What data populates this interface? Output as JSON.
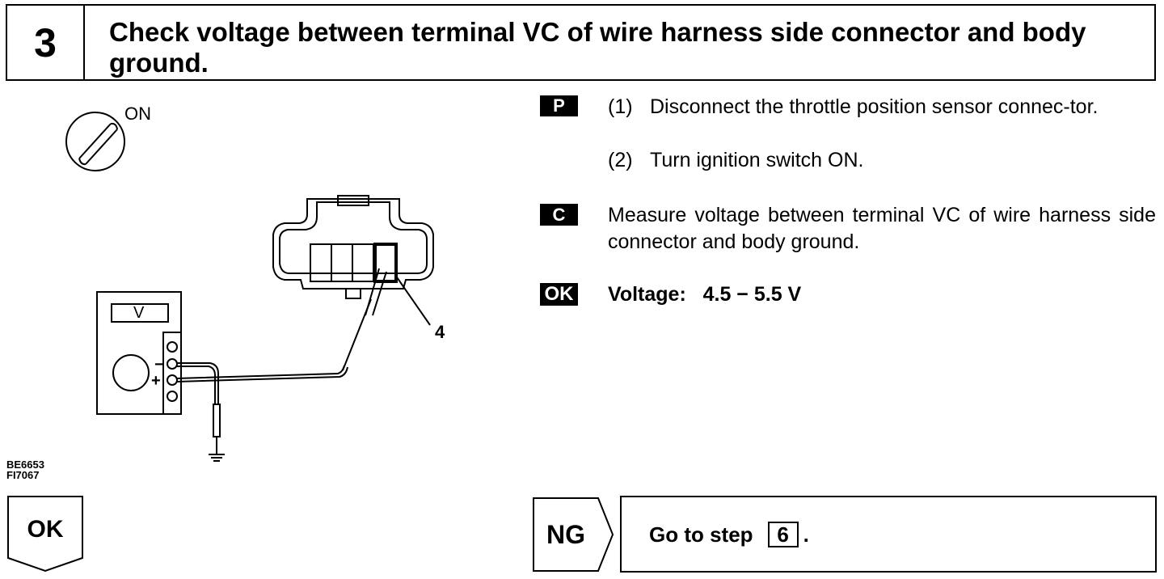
{
  "header": {
    "step_number": "3",
    "title": "Check voltage between terminal VC of wire harness side connector and body ground."
  },
  "diagram": {
    "switch_label": "ON",
    "meter_label": "V",
    "minus_label": "−",
    "plus_label": "+",
    "terminal_label": "4",
    "figure_codes": [
      "BE6653",
      "FI7067"
    ]
  },
  "tags": {
    "prep": "P",
    "check": "C",
    "ok": "OK"
  },
  "prep_steps": [
    {
      "num": "(1)",
      "text": "Disconnect the throttle position sensor connec-tor."
    },
    {
      "num": "(2)",
      "text": "Turn ignition switch ON."
    }
  ],
  "check_text": "Measure voltage between terminal VC of wire harness side connector and body ground.",
  "spec": {
    "label": "Voltage:",
    "value": "4.5 − 5.5 V"
  },
  "ok_button": "OK",
  "ng_button": "NG",
  "result": {
    "text": "Go to step",
    "step": "6",
    "suffix": "."
  }
}
